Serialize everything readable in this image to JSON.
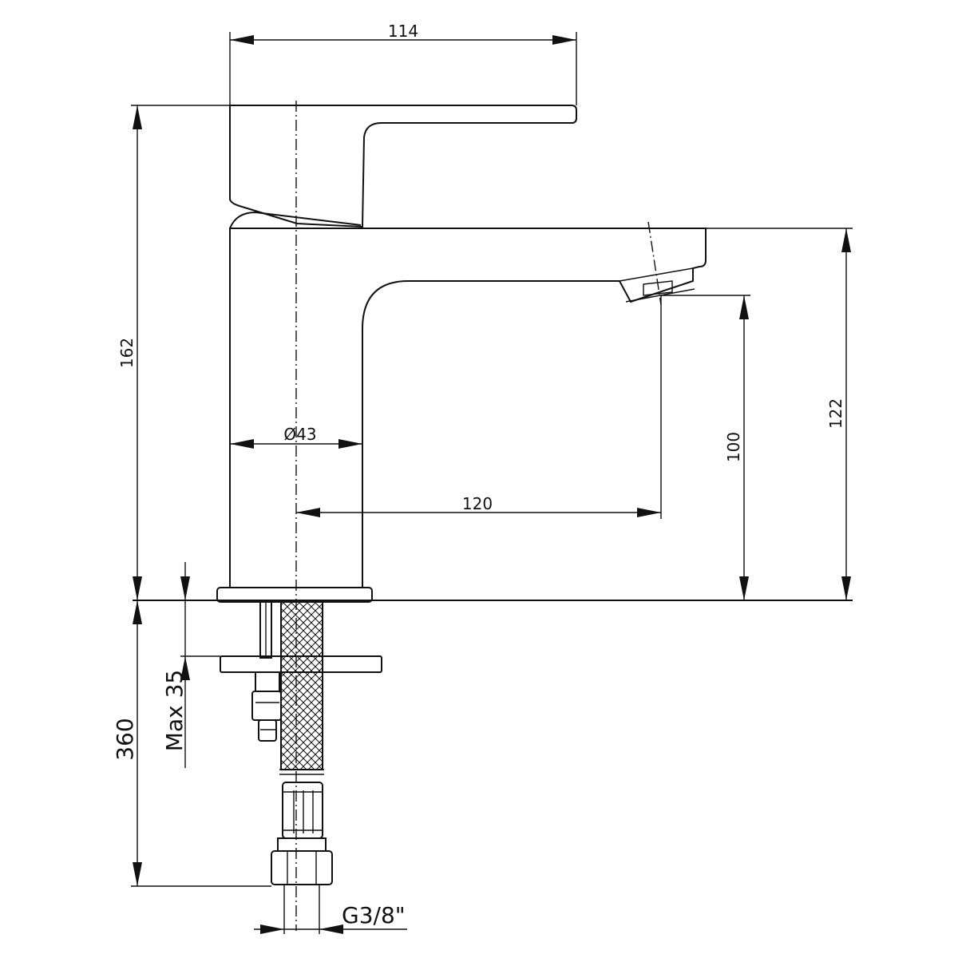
{
  "dimensions": {
    "handle_width": "114",
    "total_height": "162",
    "spout_height": "122",
    "outlet_clearance": "100",
    "spout_reach": "120",
    "body_diameter": "Ø43",
    "hose_length": "360",
    "max_deck_thickness": "Max 35",
    "thread_size": "G3/8\""
  },
  "colors": {
    "line": "#111111",
    "background": "#ffffff"
  }
}
